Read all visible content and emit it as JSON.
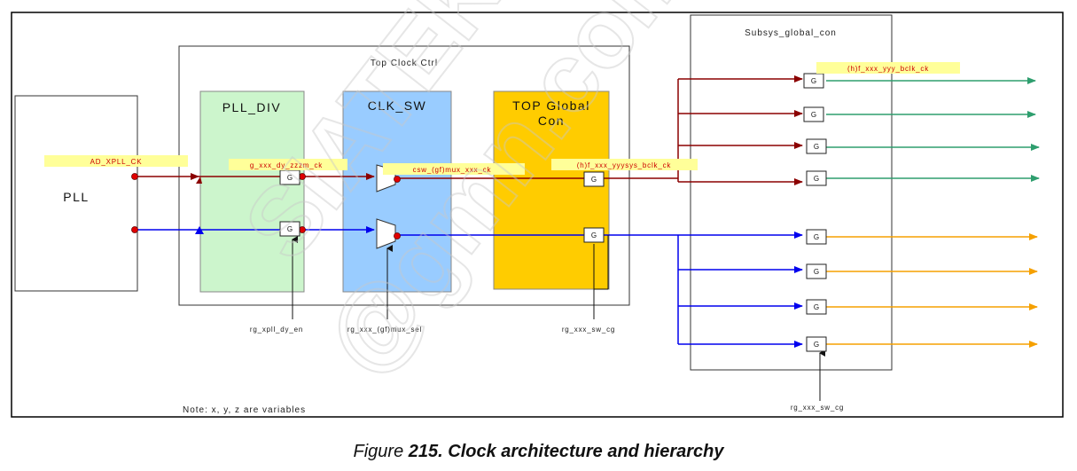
{
  "blocks": {
    "top_clock_ctrl": "Top Clock Ctrl",
    "pll": "PLL",
    "pll_div": "PLL_DIV",
    "clk_sw": "CLK_SW",
    "top_global_line1": "TOP Global",
    "top_global_line2": "Con",
    "subsys": "Subsys_global_con"
  },
  "signals": {
    "ad_xpll": "AD_XPLL_CK",
    "g_xxx": "g_xxx_dy_zzzm_ck",
    "csw": "csw_(gf)mux_xxx_ck",
    "hf_yyysys": "(h)f_xxx_yyysys_bclk_ck",
    "hf_yyy": "(h)f_xxx_yyy_bclk_ck"
  },
  "controls": {
    "rg_xpll": "rg_xpll_dy_en",
    "rg_mux": "rg_xxx_(gf)mux_sel",
    "rg_sw_top": "rg_xxx_sw_cg",
    "rg_sw_sub": "rg_xxx_sw_cg"
  },
  "gate_label": "G",
  "note": "Note: x, y, z are variables",
  "caption": {
    "prefix": "Figure ",
    "bold": "215. Clock architecture and hierarchy"
  },
  "watermark": {
    "line1": "SIATEK CO.,",
    "line2": "@gmn.com"
  },
  "colors": {
    "red_path": "#8b0000",
    "blue_path": "#0000ee",
    "green_out": "#2e9e6e",
    "orange_out": "#f5a000",
    "pll_div_fill": "#ccf5cc",
    "clk_sw_fill": "#99ccff",
    "top_global_fill": "#ffcc00",
    "label_highlight": "#ffff99"
  }
}
